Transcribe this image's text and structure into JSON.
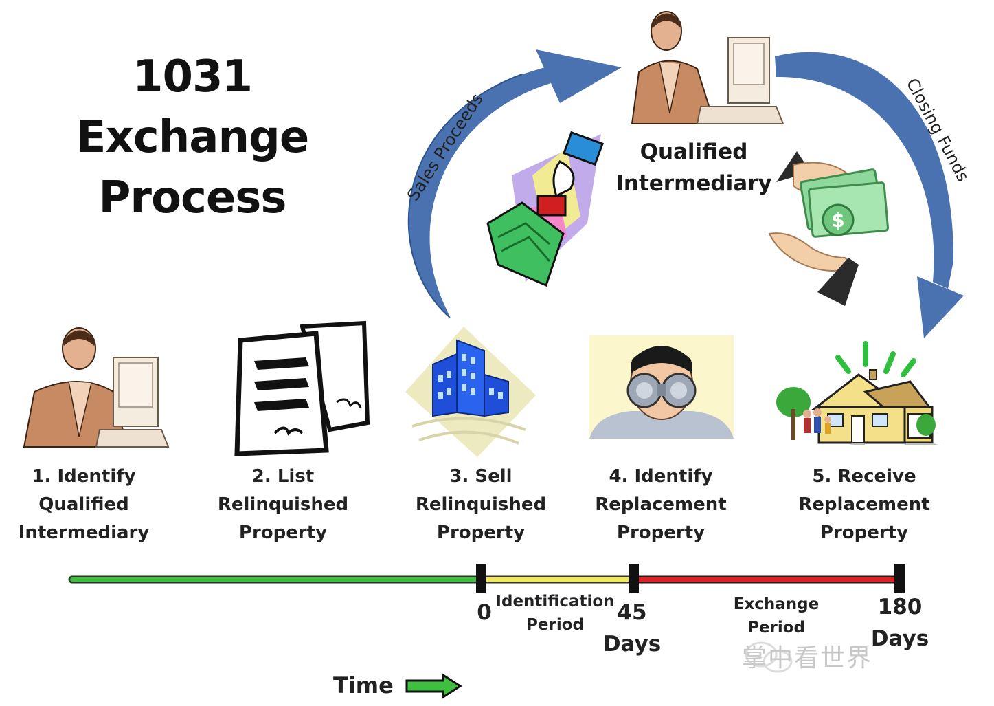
{
  "title": {
    "line1": "1031 Exchange",
    "line2": "Process"
  },
  "arrows": {
    "left_label": "Sales Proceeds",
    "right_label": "Closing Funds",
    "color": "#4a72b0"
  },
  "intermediary": {
    "line1": "Qualified",
    "line2": "Intermediary"
  },
  "steps": [
    {
      "line1": "1.  Identify",
      "line2": "Qualified",
      "line3": "Intermediary",
      "icon": "businessman-computer-icon"
    },
    {
      "line1": "2.  List",
      "line2": "Relinquished",
      "line3": "Property",
      "icon": "documents-icon"
    },
    {
      "line1": "3.  Sell",
      "line2": "Relinquished",
      "line3": "Property",
      "icon": "office-building-icon"
    },
    {
      "line1": "4.  Identify",
      "line2": "Replacement",
      "line3": "Property",
      "icon": "binoculars-man-icon"
    },
    {
      "line1": "5.  Receive",
      "line2": "Replacement",
      "line3": "Property",
      "icon": "house-family-icon"
    }
  ],
  "timeline": {
    "markers": [
      {
        "line1": "0",
        "line2": ""
      },
      {
        "line1": "45",
        "line2": "Days"
      },
      {
        "line1": "180",
        "line2": "Days"
      }
    ],
    "periods": [
      {
        "line1": "Identification",
        "line2": "Period"
      },
      {
        "line1": "Exchange",
        "line2": "Period"
      }
    ],
    "colors": {
      "before": "#3fbf3f",
      "identification": "#f0e85a",
      "exchange": "#e02020"
    }
  },
  "time_label": "Time",
  "watermark": "掌中看世界"
}
